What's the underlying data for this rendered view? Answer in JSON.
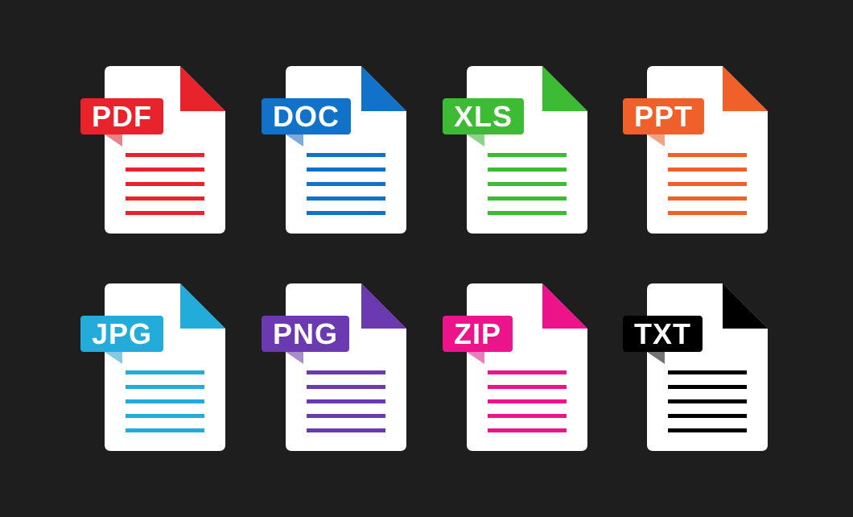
{
  "background_color": "#1e1e1e",
  "icons": [
    {
      "label": "PDF",
      "icon_name": "pdf-file-icon",
      "color": "#e8232b",
      "fold_color": "#d81e26"
    },
    {
      "label": "DOC",
      "icon_name": "doc-file-icon",
      "color": "#1272c9",
      "fold_color": "#0f67b8"
    },
    {
      "label": "XLS",
      "icon_name": "xls-file-icon",
      "color": "#3dbb35",
      "fold_color": "#34ac2d"
    },
    {
      "label": "PPT",
      "icon_name": "ppt-file-icon",
      "color": "#f0602a",
      "fold_color": "#e35522"
    },
    {
      "label": "JPG",
      "icon_name": "jpg-file-icon",
      "color": "#23acd9",
      "fold_color": "#1fa0cb"
    },
    {
      "label": "PNG",
      "icon_name": "png-file-icon",
      "color": "#6b3ab0",
      "fold_color": "#5f30a3"
    },
    {
      "label": "ZIP",
      "icon_name": "zip-file-icon",
      "color": "#ec138b",
      "fold_color": "#dc0f7f"
    },
    {
      "label": "TXT",
      "icon_name": "txt-file-icon",
      "color": "#000000",
      "fold_color": "#000000"
    }
  ]
}
